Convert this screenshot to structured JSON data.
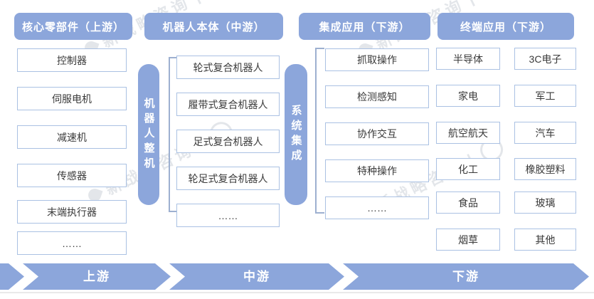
{
  "colors": {
    "primary_blue": "#8ca6db",
    "box_border": "#aac1e3",
    "box_text": "#3a3a3a",
    "bracket_line": "#9db0d0"
  },
  "headers": [
    {
      "label": "核心零部件（上游）"
    },
    {
      "label": "机器人本体（中游）"
    },
    {
      "label": "集成应用（下游）"
    },
    {
      "label": "终端应用（下游）"
    }
  ],
  "bars": {
    "robot": "机器人整机",
    "integration": "系统集成"
  },
  "columns": {
    "upstream": {
      "items": [
        "控制器",
        "伺服电机",
        "减速机",
        "传感器",
        "末端执行器",
        "……"
      ]
    },
    "midstream": {
      "items": [
        "轮式复合机器人",
        "履带式复合机器人",
        "足式复合机器人",
        "轮足式复合机器人",
        "……"
      ]
    },
    "integration": {
      "items": [
        "抓取操作",
        "检测感知",
        "协作交互",
        "特种操作",
        "……"
      ]
    },
    "terminal": {
      "left": [
        "半导体",
        "家电",
        "航空航天",
        "化工",
        "食品",
        "烟草"
      ],
      "right": [
        "3C电子",
        "军工",
        "汽车",
        "橡胶塑料",
        "玻璃",
        "其他"
      ]
    }
  },
  "flow": [
    {
      "label": "上游"
    },
    {
      "label": "中游"
    },
    {
      "label": "下游"
    }
  ],
  "watermark": {
    "text": "新战略咨询",
    "divider": "|"
  }
}
